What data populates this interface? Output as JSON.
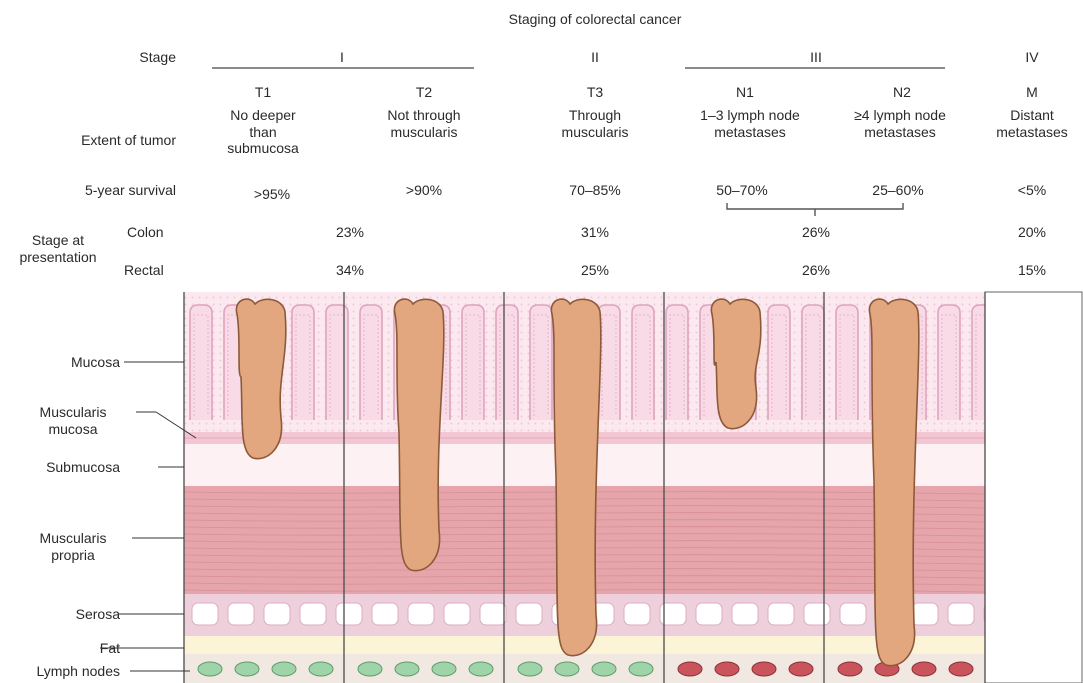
{
  "title": "Staging of colorectal cancer",
  "row_labels": {
    "stage": "Stage",
    "extent": "Extent of tumor",
    "survival": "5-year survival",
    "presentation": "Stage at\npresentation",
    "colon": "Colon",
    "rectal": "Rectal"
  },
  "stages": {
    "I": "I",
    "II": "II",
    "III": "III",
    "IV": "IV"
  },
  "columns": [
    {
      "code": "T1",
      "extent": "No deeper\nthan\nsubmucosa",
      "survival": ">95%"
    },
    {
      "code": "T2",
      "extent": "Not through\nmuscularis",
      "survival": ">90%"
    },
    {
      "code": "T3",
      "extent": "Through\nmuscularis",
      "survival": "70–85%"
    },
    {
      "code": "N1",
      "extent": "1–3 lymph node\nmetastases",
      "survival": "50–70%"
    },
    {
      "code": "N2",
      "extent": "≥4 lymph node\nmetastases",
      "survival": "25–60%"
    },
    {
      "code": "M",
      "extent": "Distant\nmetastases",
      "survival": "<5%"
    }
  ],
  "presentation": {
    "colon": {
      "I": "23%",
      "II": "31%",
      "III": "26%",
      "IV": "20%"
    },
    "rectal": {
      "I": "34%",
      "II": "25%",
      "III": "26%",
      "IV": "15%"
    }
  },
  "layers": {
    "mucosa": "Mucosa",
    "muscularis_mucosa": "Muscularis\nmucosa",
    "submucosa": "Submucosa",
    "muscularis_propria": "Muscularis\npropria",
    "serosa": "Serosa",
    "fat": "Fat",
    "lymph_nodes": "Lymph nodes"
  },
  "colors": {
    "mucosa": "#fbe9ef",
    "crypt_outline": "#e0a3bd",
    "muscularis_mucosa": "#f3c6d4",
    "submucosa": "#fdf1f4",
    "muscularis_propria": "#e5a5aa",
    "muscle_stripe": "#d3868e",
    "serosa": "#eed0dc",
    "fat": "#fbf4d7",
    "lymph_bg": "#f2e8e2",
    "node_normal": "#9fd3a8",
    "node_metastatic": "#c9545c",
    "tumor": "#e3a77f",
    "tumor_outline": "#8c5a3a"
  }
}
